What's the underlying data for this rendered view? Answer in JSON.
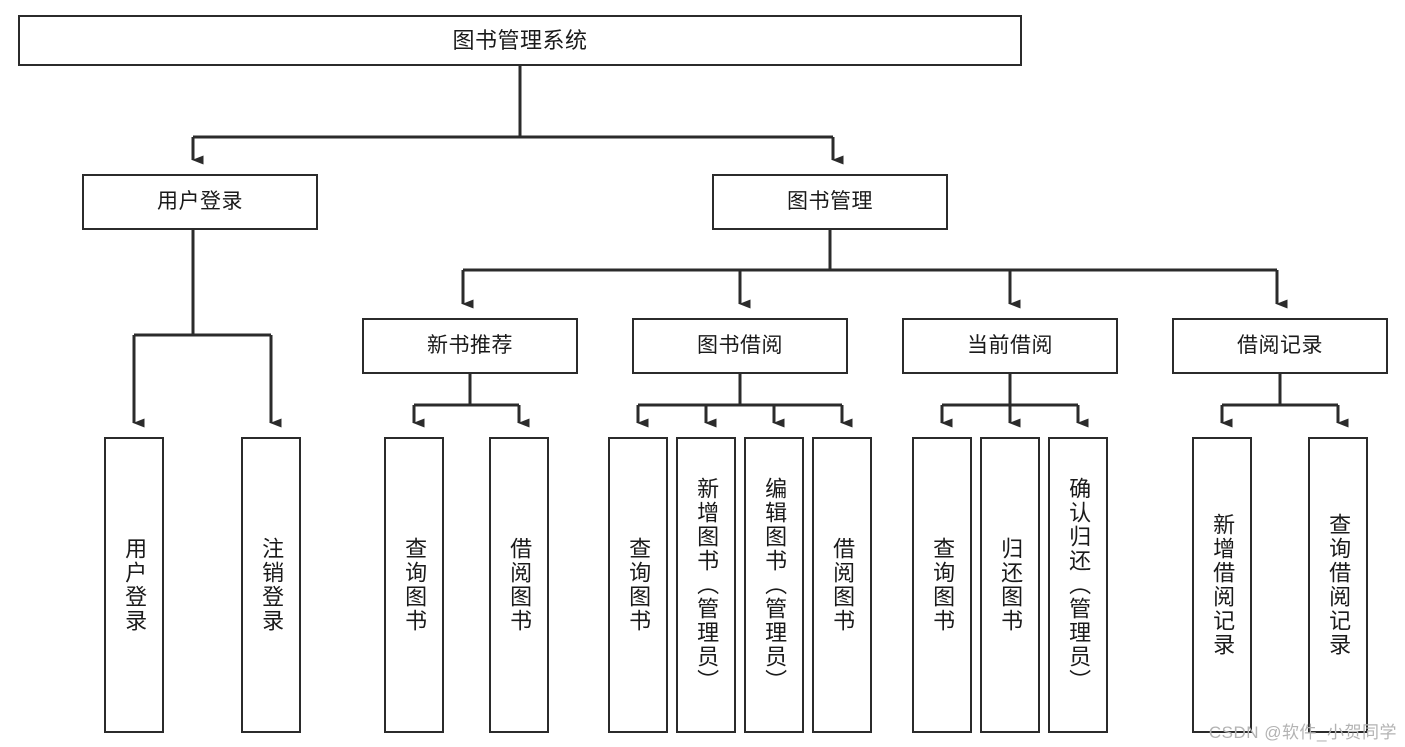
{
  "diagram": {
    "title": "图书管理系统",
    "type": "tree-hierarchy-chart",
    "colors": {
      "box_border": "#2b2b2b",
      "box_fill": "#ffffff",
      "connector": "#2b2b2b",
      "text": "#1a1a1a",
      "watermark": "#b3b3b3"
    },
    "watermark": "CSDN @软件_小贺同学"
  },
  "nodes": {
    "root": {
      "label": "图书管理系统"
    },
    "level1": [
      {
        "id": "user-login",
        "label": "用户登录"
      },
      {
        "id": "book-management",
        "label": "图书管理"
      }
    ],
    "level2": [
      {
        "id": "new-book-recommend",
        "label": "新书推荐"
      },
      {
        "id": "book-borrow",
        "label": "图书借阅"
      },
      {
        "id": "current-borrow",
        "label": "当前借阅"
      },
      {
        "id": "borrow-record",
        "label": "借阅记录"
      }
    ],
    "leaves": {
      "user_login": [
        {
          "id": "leaf-user-login",
          "label": "用户登录"
        },
        {
          "id": "leaf-logout-login",
          "label": "注销登录"
        }
      ],
      "new_book_recommend": [
        {
          "id": "leaf-query-book-1",
          "label": "查询图书"
        },
        {
          "id": "leaf-borrow-book-1",
          "label": "借阅图书"
        }
      ],
      "book_borrow": [
        {
          "id": "leaf-query-book-2",
          "label": "查询图书"
        },
        {
          "id": "leaf-add-book",
          "label": "新增图书（管理员）"
        },
        {
          "id": "leaf-edit-book",
          "label": "编辑图书（管理员）"
        },
        {
          "id": "leaf-borrow-book-2",
          "label": "借阅图书"
        }
      ],
      "current_borrow": [
        {
          "id": "leaf-query-book-3",
          "label": "查询图书"
        },
        {
          "id": "leaf-return-book",
          "label": "归还图书"
        },
        {
          "id": "leaf-confirm-return",
          "label": "确认归还（管理员）"
        }
      ],
      "borrow_record": [
        {
          "id": "leaf-add-borrow-record",
          "label": "新增借阅记录"
        },
        {
          "id": "leaf-query-borrow-record",
          "label": "查询借阅记录"
        }
      ]
    }
  }
}
